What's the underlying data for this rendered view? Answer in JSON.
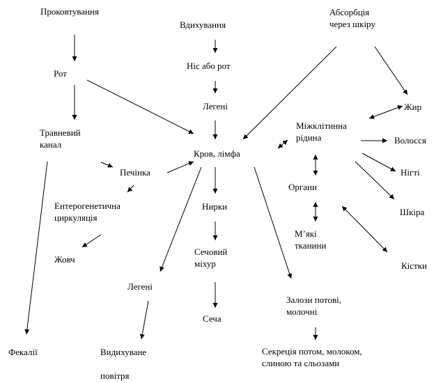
{
  "colors": {
    "text": "#000000",
    "arrow": "#000000",
    "background": "#ffffff"
  },
  "labels": {
    "swallowing": "Проковтування",
    "mouth": "Рот",
    "gi_tract": "Травневий\nканал",
    "liver": "Печінка",
    "enterohepatic": "Ентерогенетична\n  циркуляція",
    "bile": "Жовч",
    "feces": "Фекалії",
    "inhalation": "Вдихування",
    "nose_mouth": "Ніс або рот",
    "lungs_top": "Легені",
    "blood_lymph": "Кров, лімфа",
    "kidneys": "Нирки",
    "bladder": "Сечовий\nміхур",
    "urine": "Сеча",
    "lungs_bottom": "Легені",
    "exhaled_air": "Видихуване\n\nповітря",
    "skin_absorption": "Абсорбція\nчерез шкіру",
    "fat": "Жир",
    "interstitial_fluid": "Міжклітинна\nрідина",
    "hair": "Волосся",
    "nails": "Нігті",
    "organs": "Органи",
    "skin": "Шкіра",
    "soft_tissues": "М’які\nтканини",
    "bones": "Кістки",
    "glands": "Залози потові,\nмолочні",
    "secretion": "Секреція потом, молоком,\nслиною та сльозами"
  }
}
